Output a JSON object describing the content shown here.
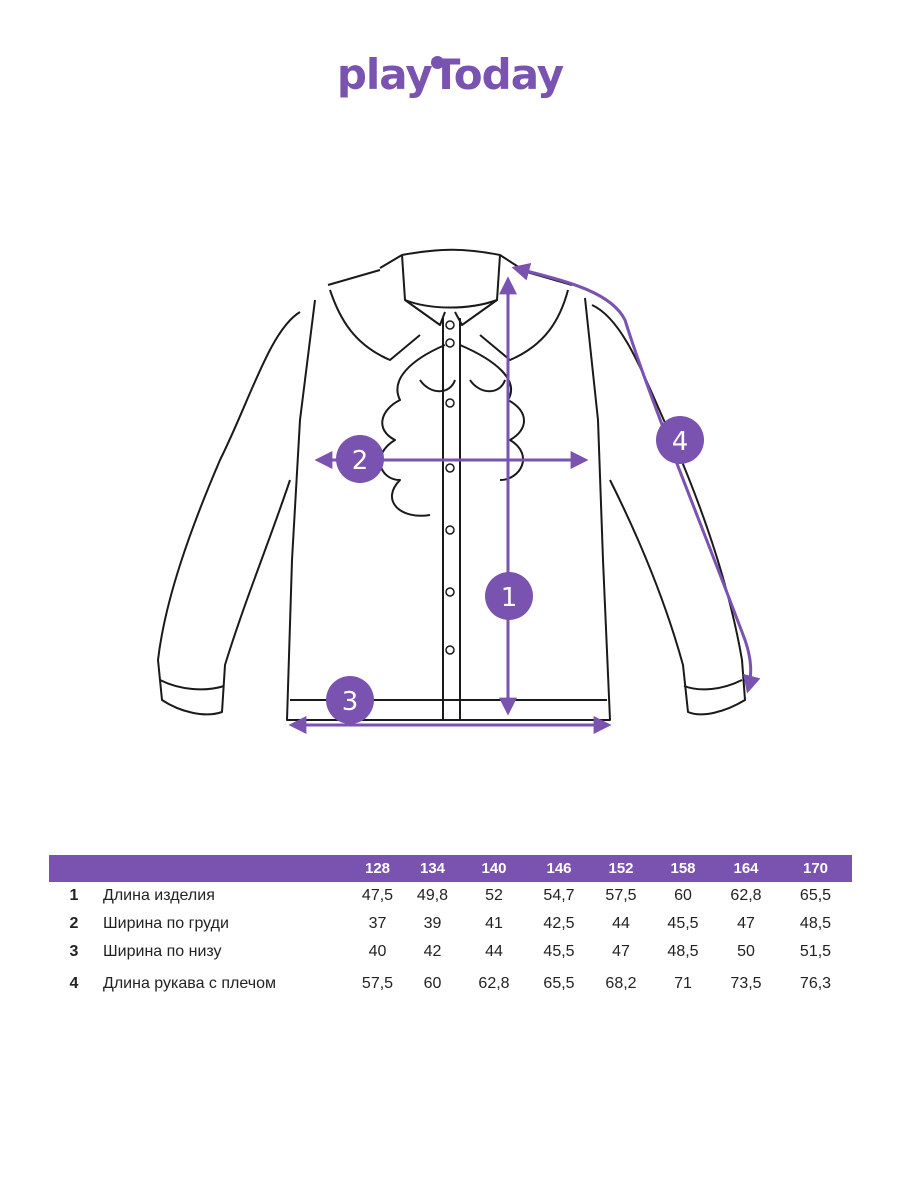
{
  "brand": {
    "logo_text": "playToday",
    "accent_color": "#7a52b0"
  },
  "markers": [
    {
      "label": "1"
    },
    {
      "label": "2"
    },
    {
      "label": "3"
    },
    {
      "label": "4"
    }
  ],
  "table": {
    "sizes": [
      "128",
      "134",
      "140",
      "146",
      "152",
      "158",
      "164",
      "170"
    ],
    "rows": [
      {
        "num": "1",
        "name": "Длина изделия",
        "values": [
          "47,5",
          "49,8",
          "52",
          "54,7",
          "57,5",
          "60",
          "62,8",
          "65,5"
        ]
      },
      {
        "num": "2",
        "name": "Ширина по груди",
        "values": [
          "37",
          "39",
          "41",
          "42,5",
          "44",
          "45,5",
          "47",
          "48,5"
        ]
      },
      {
        "num": "3",
        "name": "Ширина по низу",
        "values": [
          "40",
          "42",
          "44",
          "45,5",
          "47",
          "48,5",
          "50",
          "51,5"
        ]
      },
      {
        "num": "4",
        "name": "Длина рукава с плечом",
        "values": [
          "57,5",
          "60",
          "62,8",
          "65,5",
          "68,2",
          "71",
          "73,5",
          "76,3"
        ]
      }
    ]
  }
}
